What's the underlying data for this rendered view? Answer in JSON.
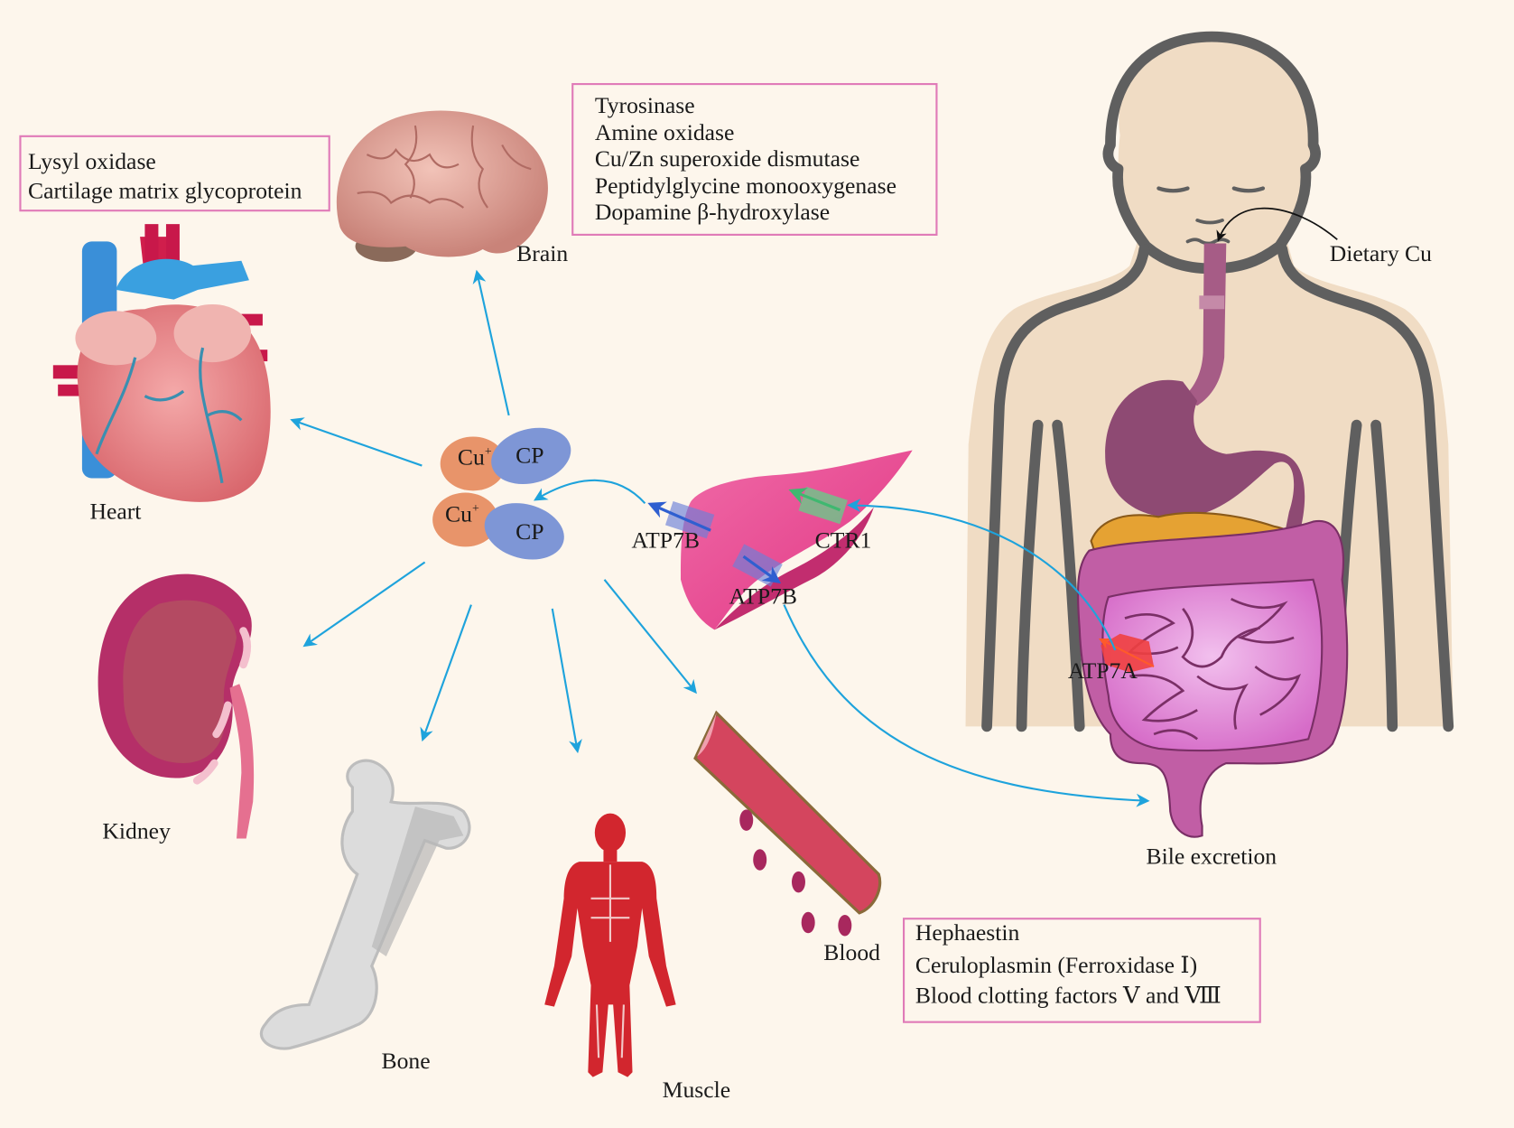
{
  "diagram": {
    "title": "Copper metabolism and distribution",
    "colors": {
      "background": "#fdf6ec",
      "arrow": "#1ea3dc",
      "box_border": "#e07bb8",
      "cu_ion": "#e8946a",
      "ceruloplasmin": "#7e96d6",
      "liver": "#e8458e",
      "atp7b": "#6b7fd8",
      "ctr1": "#6cc88a",
      "atp7a": "#f04040",
      "skin": "#f0dcc4",
      "body_outline": "#5f5f5f"
    },
    "organs": {
      "heart": "Heart",
      "brain": "Brain",
      "kidney": "Kidney",
      "bone": "Bone",
      "muscle": "Muscle",
      "blood": "Blood"
    },
    "complex": {
      "cu_label": "Cu",
      "cu_charge": "+",
      "cp_label": "CP"
    },
    "transporters": {
      "atp7b_upper": "ATP7B",
      "atp7b_lower": "ATP7B",
      "ctr1": "CTR1",
      "atp7a": "ATP7A"
    },
    "body_labels": {
      "dietary_cu": "Dietary Cu",
      "bile_excretion": "Bile excretion"
    },
    "boxes": {
      "heart_enzymes": [
        "Lysyl oxidase",
        "Cartilage matrix glycoprotein"
      ],
      "brain_enzymes": [
        "Tyrosinase",
        "Amine oxidase",
        "Cu/Zn superoxide dismutase",
        "Peptidylglycine monooxygenase",
        "Dopamine β-hydroxylase"
      ],
      "blood_enzymes": [
        "Hephaestin",
        "Ceruloplasmin (Ferroxidase Ⅰ)",
        "Blood clotting factors Ⅴ and Ⅷ"
      ]
    }
  }
}
